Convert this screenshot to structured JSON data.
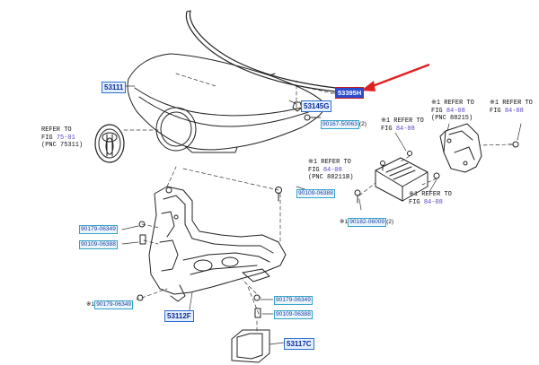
{
  "parts": {
    "hood": "53111",
    "hood_seal": "53395H",
    "insulator_clip": "53145G",
    "bolt_hood": "90167-50063",
    "bolt_hood_qty": "(2)",
    "bolt_a": "90109-06388",
    "bolt_b": "90109-06388",
    "bolt_c": "90109-06388",
    "nut_a": "90179-06349",
    "nut_b": "90179-06349",
    "nut_c": "90179-06349",
    "nut_prefix": "※1",
    "support": "53112F",
    "screw_sensor": "90182-06009",
    "screw_sensor_qty": "(2)",
    "cover": "53117C"
  },
  "refs": {
    "emblem": {
      "l1": "REFER TO",
      "l2a": "FIG ",
      "fig": "75-01",
      "l3": "(PNC 75311)"
    },
    "radar": {
      "l1": "※1 REFER TO",
      "l2a": "FIG ",
      "fig": "84-08",
      "l3": "(PNC 88211B)"
    },
    "bolt_mid": {
      "l1": "※1 REFER TO",
      "l2a": "FIG ",
      "fig": "84-08"
    },
    "bracket_left": {
      "l1": "※1 REFER TO",
      "l2a": "FIG ",
      "fig": "84-08",
      "l3": "(PNC 88215)"
    },
    "bracket_right": {
      "l1": "※1 REFER TO",
      "l2a": "FIG ",
      "fig": "84-08"
    },
    "lower_right": {
      "l1": "※1 REFER TO",
      "l2a": "FIG ",
      "fig": "84-08"
    }
  },
  "colors": {
    "highlight_arrow": "#e01f1f",
    "selected_box": "#2b4ccf",
    "fig_link": "#5a44c8",
    "box_border": "#34a3c9"
  }
}
